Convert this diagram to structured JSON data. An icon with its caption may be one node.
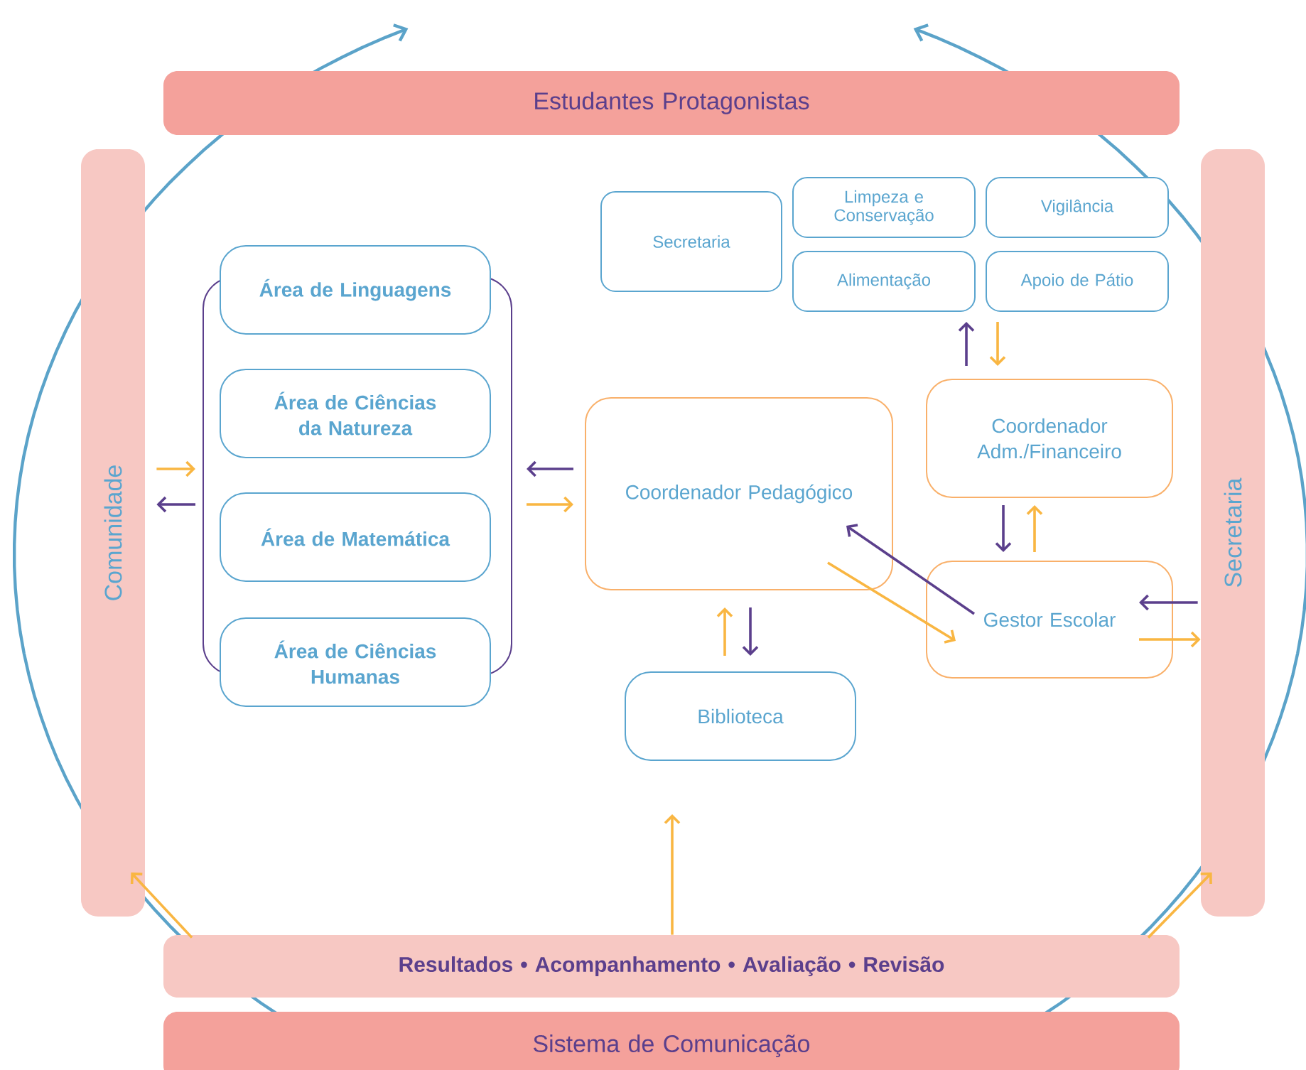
{
  "diagram": {
    "nodes": [
      {
        "text": [
          "Estudantes Protagonistas"
        ]
      },
      {
        "text": [
          "Comunidade"
        ]
      },
      {
        "text": [
          "Secretaria"
        ]
      },
      {
        "text": [
          "Secretaria"
        ]
      },
      {
        "text": [
          "Limpeza e Conservação"
        ]
      },
      {
        "text": [
          "Vigilância"
        ]
      },
      {
        "text": [
          "Alimentação"
        ]
      },
      {
        "text": [
          "Apoio de Pátio"
        ]
      },
      {
        "text": [],
        "shape": "box"
      },
      {
        "text": [
          "Área de Linguagens"
        ]
      },
      {
        "text": [
          "Área de Ciências da Natureza"
        ],
        "in": 8
      },
      {
        "text": [
          "Área de Matemática"
        ],
        "in": 8
      },
      {
        "text": [
          "Área de Ciências Humanas"
        ]
      },
      {
        "text": [
          "Coordenador Pedagógico"
        ]
      },
      {
        "text": [
          "Coordenador Adm./Financeiro"
        ]
      },
      {
        "text": [
          "Gestor Escolar"
        ]
      },
      {
        "text": [
          "Biblioteca"
        ]
      },
      {
        "text": [
          "Resultados • Acompanhamento • Avaliação • Revisão"
        ]
      },
      {
        "text": [
          "Sistema de Comunicação"
        ]
      }
    ],
    "edges": [
      {
        "from": 1,
        "to": 8,
        "arrow": "to"
      },
      {
        "from": 8,
        "to": 1,
        "arrow": "to",
        "color": "#5b3f8c"
      },
      {
        "from": 13,
        "to": 8,
        "arrow": "to",
        "color": "#5b3f8c"
      },
      {
        "from": 8,
        "to": 13,
        "arrow": "to"
      },
      {
        "from": 16,
        "to": 13,
        "arrow": "to"
      },
      {
        "from": 13,
        "to": 16,
        "arrow": "to",
        "color": "#5b3f8c"
      },
      {
        "from": 15,
        "to": 13,
        "arrow": "to",
        "color": "#5b3f8c"
      },
      {
        "from": 13,
        "to": 15,
        "arrow": "to"
      },
      {
        "from": 14,
        "to": 15,
        "arrow": "to",
        "color": "#5b3f8c"
      },
      {
        "from": 15,
        "to": 14,
        "arrow": "to"
      },
      {
        "from": 14,
        "to": 6,
        "arrow": "to",
        "color": "#5b3f8c"
      },
      {
        "from": 7,
        "to": 14,
        "arrow": "to"
      },
      {
        "from": 2,
        "to": 15,
        "arrow": "to",
        "color": "#5b3f8c"
      },
      {
        "from": 15,
        "to": 2,
        "arrow": "to"
      },
      {
        "from": 17,
        "to": 1,
        "arrow": "to"
      },
      {
        "from": 17,
        "to": null,
        "arrow": "to"
      },
      {
        "from": 17,
        "to": 2,
        "arrow": "to"
      }
    ]
  }
}
